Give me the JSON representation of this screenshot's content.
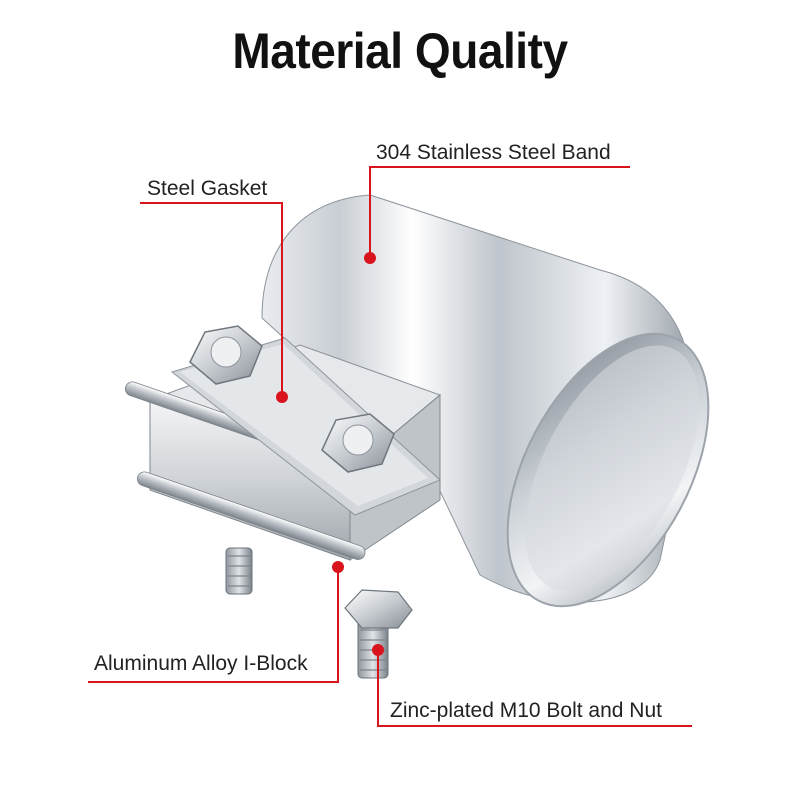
{
  "title": "Material Quality",
  "callouts": {
    "band": "304 Stainless Steel Band",
    "gasket": "Steel Gasket",
    "block": "Aluminum Alloy I-Block",
    "bolt": "Zinc-plated M10 Bolt and Nut"
  },
  "colors": {
    "accent": "#d9141c",
    "text": "#222222",
    "background": "#ffffff"
  }
}
